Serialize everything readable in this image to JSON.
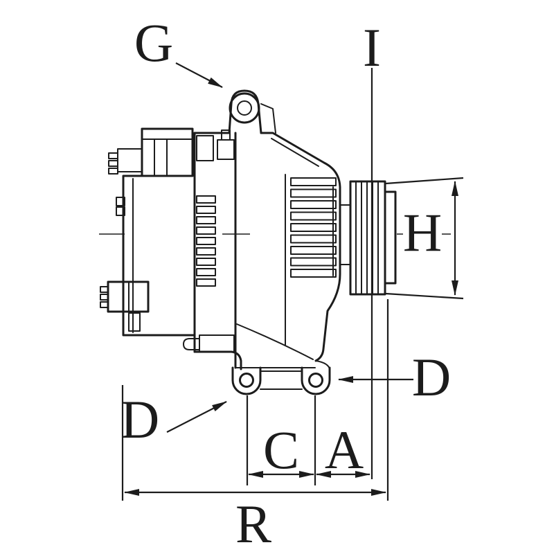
{
  "diagram": {
    "labels": {
      "g": "G",
      "i": "I",
      "h": "H",
      "d_right": "D",
      "d_left": "D",
      "c": "C",
      "a": "A",
      "r": "R"
    },
    "colors": {
      "line": "#1c1c1c",
      "background": "#ffffff"
    }
  }
}
